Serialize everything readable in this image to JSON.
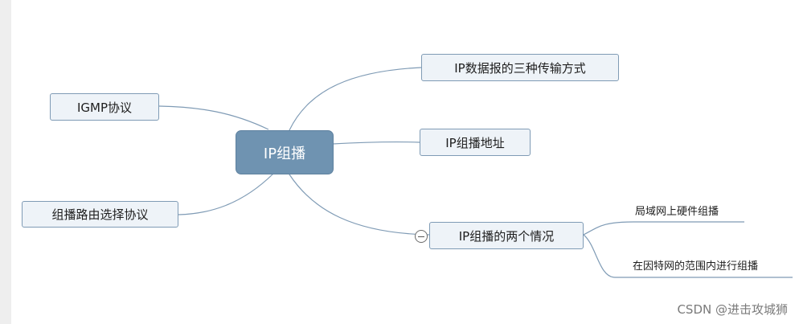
{
  "central_topic": "IP组播",
  "branches": {
    "transmission_modes": "IP数据报的三种传输方式",
    "multicast_address": "IP组播地址",
    "two_cases": "IP组播的两个情况",
    "igmp": "IGMP协议",
    "routing_protocol": "组播路由选择协议"
  },
  "sub_topics": {
    "lan_hardware": "局域网上硬件组播",
    "internet_multicast": "在因特网的范围内进行组播"
  },
  "watermark": "CSDN @进击攻城狮",
  "colors": {
    "central_fill": "#6f93b1",
    "node_fill": "#eef3f8",
    "node_border": "#7f9bb5",
    "connector": "#7f9bb5"
  }
}
